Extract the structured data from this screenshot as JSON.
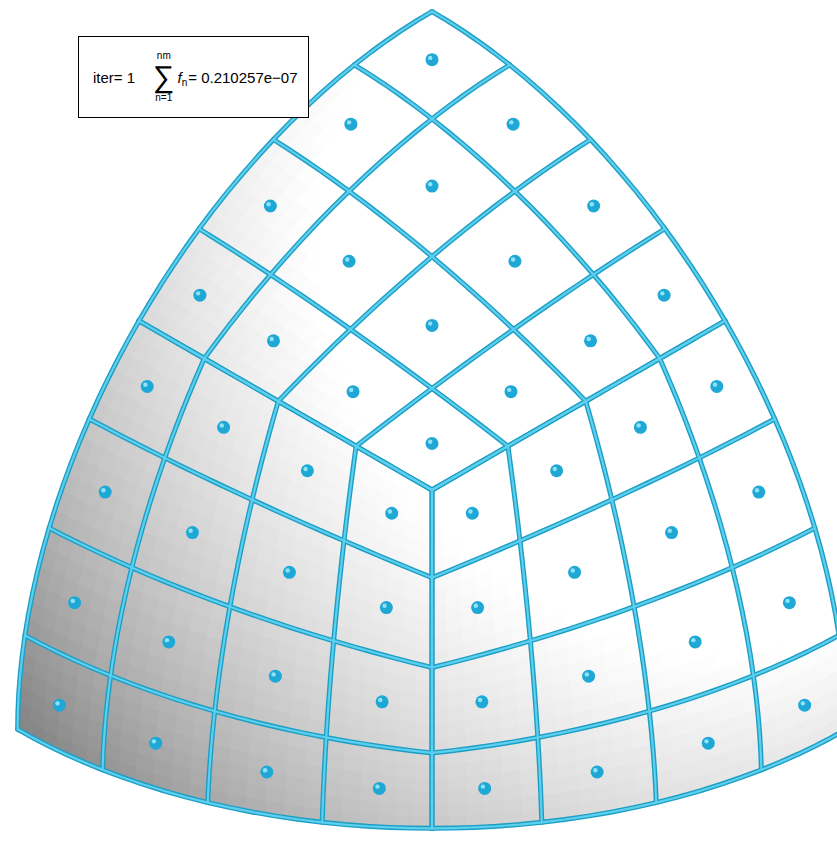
{
  "diagram": {
    "nodes": [
      {
        "text": [
          "iter= 1",
          "nm",
          "∑",
          "n=1",
          "f",
          "n",
          "= 0.210257e−07"
        ]
      }
    ]
  }
}
